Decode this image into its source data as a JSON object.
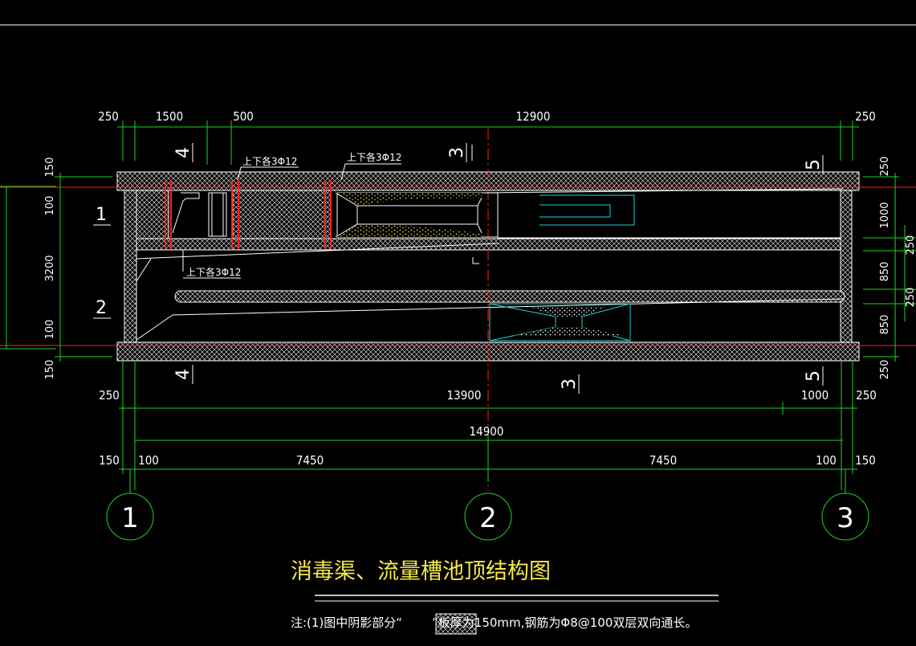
{
  "drawing": {
    "title": "消毒渠、流量槽池顶结构图",
    "note": {
      "prefix": "注:(1)图中阴影部分“",
      "suffix": "”板厚为150mm,钢筋为Φ8@100双层双向通长。"
    }
  },
  "dimensions": {
    "top": [
      "250",
      "1500",
      "500",
      "12900",
      "250"
    ],
    "bottom_row1": [
      "250",
      "13900",
      "1000",
      "250"
    ],
    "bottom_total": "14900",
    "bottom_row3": [
      "150",
      "100",
      "7450",
      "7450",
      "100",
      "150"
    ],
    "left": [
      "150",
      "100",
      "3200",
      "100",
      "150"
    ],
    "right": [
      "250",
      "1000",
      "250",
      "850",
      "250",
      "850",
      "250"
    ]
  },
  "rebar_labels": [
    "上下各3Φ12",
    "上下各3Φ12",
    "上下各3Φ12"
  ],
  "section_marks": [
    "4",
    "3",
    "5",
    "4",
    "3",
    "5"
  ],
  "channel_labels": [
    "1",
    "2"
  ],
  "axis_labels": [
    "1",
    "2",
    "3"
  ],
  "colors": {
    "background": "#000000",
    "dimension": "#1ed41e",
    "outline": "#ffffff",
    "rebar": "#ff2020",
    "title": "#f5e84a",
    "flume": "#21d3d3",
    "fill_sand": "#e8e03a"
  }
}
